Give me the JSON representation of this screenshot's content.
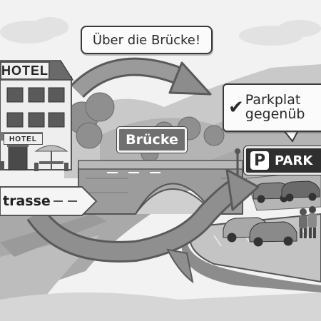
{
  "labels": {
    "top_bubble": "Über die Brücke!",
    "hotel_roof_sign": "HOTEL",
    "hotel_door_sign": "HOTEL",
    "bridge_sign": "Brücke",
    "street_sign": "trasse",
    "park_bubble_line1": "Parkplat",
    "park_bubble_line2": "gegenüb",
    "parking_sign_letter": "P",
    "parking_sign_text": "PARK"
  },
  "icons": {
    "check": "✔"
  }
}
